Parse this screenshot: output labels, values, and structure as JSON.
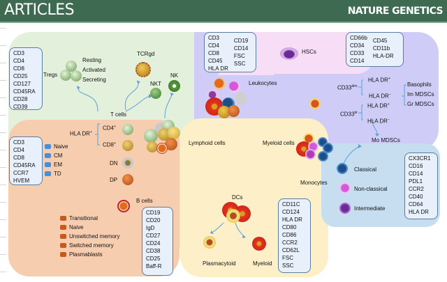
{
  "header": {
    "title": "ARTICLES",
    "journal": "NATURE GENETICS"
  },
  "colors": {
    "header_bg": "#3d6a50",
    "lymphoid_region": "#e3f0dc",
    "t_cell_region": "#f7cdb0",
    "myeloid_region": "#fdefc8",
    "leukocyte_region": "#cfcdf7",
    "hsc_region": "#f7def6",
    "monocyte_region": "#c7ddf0",
    "marker_box_fill": "#e7f0fb",
    "arrow": "#5aa0d8"
  },
  "treg_markers": [
    "CD3",
    "CD4",
    "CD8",
    "CD25",
    "CD127",
    "CD45RA",
    "CD28",
    "CD39"
  ],
  "tregs": {
    "label": "Tregs",
    "states": [
      "Resting",
      "Activated",
      "Secreting"
    ]
  },
  "tcrgd": "TCRgd",
  "nkt": "NKT",
  "nk": "NK",
  "t_cells": "T cells",
  "leukocyte_markers": {
    "col1": [
      "CD3",
      "CD4",
      "CD8",
      "CD45",
      "HLA DR"
    ],
    "col2": [
      "CD19",
      "CD14",
      "FSC",
      "SSC"
    ]
  },
  "leukocytes": "Leukocytes",
  "hscs": "HSCs",
  "myeloid_markers": {
    "col1": [
      "CD66b",
      "CD34",
      "CD33",
      "CD14"
    ],
    "col2": [
      "CD45",
      "CD11b",
      "HLA-DR"
    ]
  },
  "mdsc": {
    "cd33dim": "CD33",
    "cd33dim_sup": "dim",
    "cd33br": "CD33",
    "cd33br_sup": "br",
    "hla_pos": "HLA DR",
    "hla_neg": "HLA DR",
    "pos": "+",
    "neg": "−",
    "outcomes": [
      "Basophils",
      "Im MDSCs",
      "Gr MDSCs"
    ],
    "mo_mdscs": "Mo MDSCs"
  },
  "tcell_markers": [
    "CD3",
    "CD4",
    "CD8",
    "CD45RA",
    "CCR7",
    "HVEM"
  ],
  "tcell_subsets": [
    "Naive",
    "CM",
    "EM",
    "TD"
  ],
  "hla_dr_plus": "HLA DR",
  "cd4_plus": "CD4",
  "cd8_plus": "CD8",
  "dn": "DN",
  "dp": "DP",
  "lymphoid_cells": "Lymphoid cells",
  "myeloid_cells": "Myeloid cells",
  "b_cells": "B cells",
  "b_subsets": [
    "Transitional",
    "Naive",
    "Unswitched memory",
    "Switched memory",
    "Plasmablasts"
  ],
  "b_markers": [
    "CD19",
    "CD20",
    "IgD",
    "CD27",
    "CD24",
    "CD38",
    "CD25",
    "Baff-R"
  ],
  "dcs": "DCs",
  "dc_types": {
    "plasmacytoid": "Plasmacytoid",
    "myeloid": "Myeloid"
  },
  "dc_markers": [
    "CD11C",
    "CD124",
    "HLA DR",
    "CD80",
    "CD86",
    "CCR2",
    "CD62L",
    "FSC",
    "SSC"
  ],
  "monocytes": "Monocytes",
  "monocyte_types": [
    "Classical",
    "Non-classical",
    "Intermediate"
  ],
  "monocyte_markers": [
    "CX3CR1",
    "CD16",
    "CD14",
    "PDL1",
    "CCR2",
    "CD40",
    "CD64",
    "HLA DR"
  ]
}
